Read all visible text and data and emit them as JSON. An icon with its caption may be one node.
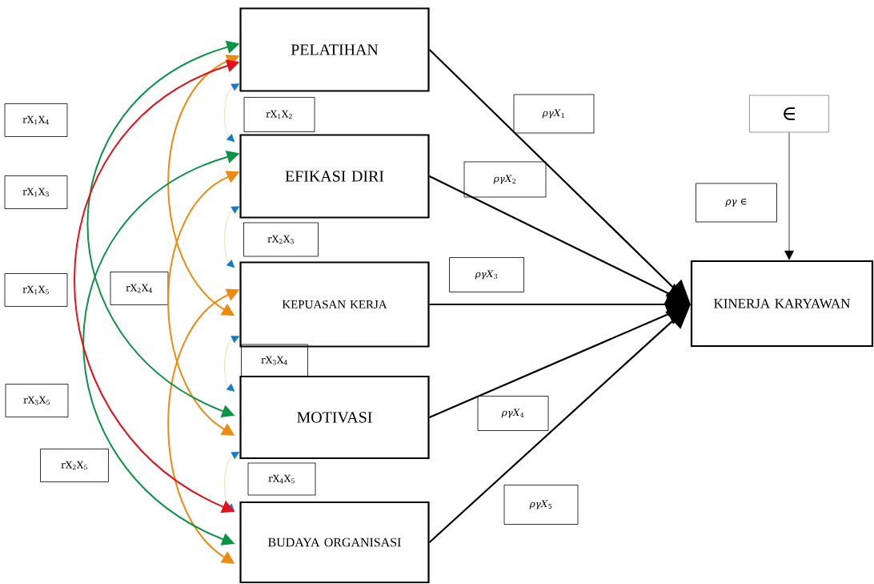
{
  "diagram": {
    "nodes": [
      {
        "text": [
          "PELATIHAN"
        ]
      },
      {
        "text": [
          "EFIKASI DIRI"
        ]
      },
      {
        "text": [
          "KEPUASAN KERJA"
        ]
      },
      {
        "text": [
          "MOTIVASI"
        ]
      },
      {
        "text": [
          "BUDAYA ORGANISASI"
        ]
      },
      {
        "text": [
          "KINERJA KARYAWAN"
        ]
      },
      {
        "text": [
          "∈"
        ]
      },
      {
        "text": [
          "rX$_{1}$X$_{4}$"
        ]
      },
      {
        "text": [
          "rX$_{1}$X$_{2}$"
        ]
      },
      {
        "text": [
          "*ργX*$_{1}$"
        ]
      },
      {
        "text": [
          "rX$_{1}$X$_{3}$"
        ]
      },
      {
        "text": [
          "*ργX*$_{2}$"
        ]
      },
      {
        "text": [
          "*ργ* ∈"
        ]
      },
      {
        "text": [
          "rX$_{2}$X$_{3}$"
        ]
      },
      {
        "text": [
          "*ργX*$_{3}$"
        ]
      },
      {
        "text": [
          "rX$_{1}$X$_{5}$"
        ]
      },
      {
        "text": [
          "rX$_{2}$X$_{4}$"
        ]
      },
      {
        "text": [
          "rX$_{3}$X$_{4}$"
        ]
      },
      {
        "text": [
          "rX$_{3}$X$_{5}$"
        ]
      },
      {
        "text": [
          "*ργX*$_{4}$"
        ]
      },
      {
        "text": [
          "rX$_{2}$X$_{5}$"
        ]
      },
      {
        "text": [
          "rX$_{4}$X$_{5}$"
        ]
      },
      {
        "text": [
          "*ργX*$_{5}$"
        ]
      }
    ],
    "edges": [
      {
        "from": 0,
        "to": 5,
        "arrow": "to"
      },
      {
        "from": 1,
        "to": 5,
        "arrow": "to"
      },
      {
        "from": 2,
        "to": 5,
        "arrow": "to"
      },
      {
        "from": 3,
        "to": 5,
        "arrow": "to"
      },
      {
        "from": 4,
        "to": 5,
        "arrow": "to"
      },
      {
        "from": 6,
        "to": 5,
        "arrow": "to"
      },
      {
        "from": 0,
        "to": 1,
        "arrow": "both",
        "color": "#f2c28a"
      },
      {
        "from": 1,
        "to": 2,
        "arrow": "both",
        "color": "#f2c28a"
      },
      {
        "from": 2,
        "to": 3,
        "arrow": "both",
        "color": "#f2c28a"
      },
      {
        "from": 3,
        "to": 4,
        "arrow": "both",
        "color": "#f2c28a"
      },
      {
        "from": 0,
        "to": 2,
        "arrow": "both",
        "color": "#ee8a10"
      },
      {
        "from": 1,
        "to": 3,
        "arrow": "both",
        "color": "#ee8a10"
      },
      {
        "from": 2,
        "to": 4,
        "arrow": "both",
        "color": "#ee8a10"
      },
      {
        "from": 0,
        "to": 3,
        "arrow": "both",
        "color": "#0a9444"
      },
      {
        "from": 1,
        "to": 4,
        "arrow": "both",
        "color": "#0a9444"
      },
      {
        "from": 0,
        "to": 4,
        "arrow": "both",
        "color": "#e2111b"
      }
    ]
  }
}
